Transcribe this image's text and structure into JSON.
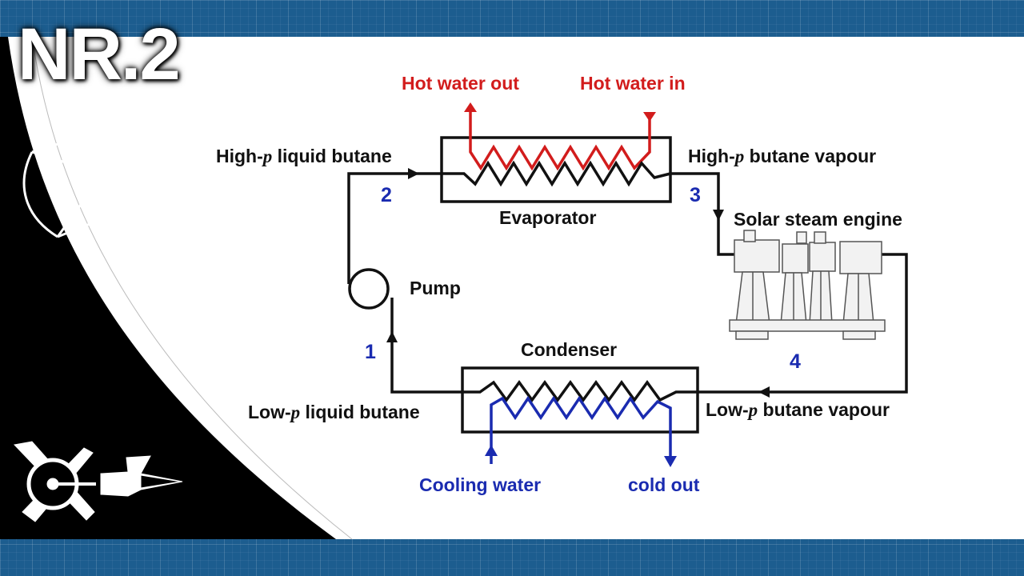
{
  "badge": "NR.2",
  "labels": {
    "hot_water_out": "Hot water out",
    "hot_water_in": "Hot water in",
    "high_p_liquid_pre": "High-",
    "high_p_liquid_p": "p",
    "high_p_liquid_post": " liquid butane",
    "high_p_vapour_pre": "High-",
    "high_p_vapour_p": "p",
    "high_p_vapour_post": " butane vapour",
    "evaporator": "Evaporator",
    "solar_steam_engine": "Solar steam engine",
    "pump": "Pump",
    "condenser": "Condenser",
    "low_p_liquid_pre": "Low-",
    "low_p_liquid_p": "p",
    "low_p_liquid_post": " liquid butane",
    "low_p_vapour_pre": "Low-",
    "low_p_vapour_p": "p",
    "low_p_vapour_post": " butane vapour",
    "cooling_water": "Cooling water",
    "cold_out": "cold out"
  },
  "state_points": [
    "1",
    "2",
    "3",
    "4"
  ],
  "colors": {
    "hot_water": "#d21c1c",
    "cold_water": "#1a2bb0",
    "state_numbers": "#1a2bb0",
    "background": "#1c5d8f"
  },
  "icons": [
    "sun-icon",
    "dish-collector-icon",
    "engine-schematic-icon",
    "airplane-icon",
    "steam-engine-machine-icon"
  ]
}
